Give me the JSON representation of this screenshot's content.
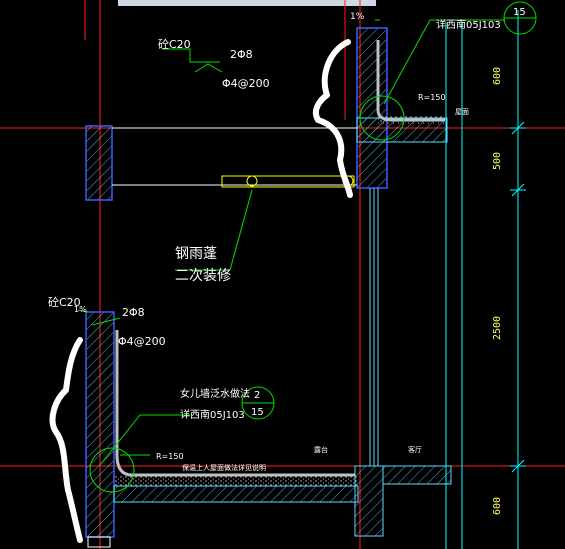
{
  "colors": {
    "background": "#000000",
    "grid_red": "#ff2020",
    "structure_cyan": "#5fd7ff",
    "wall_blue": "#3a5cff",
    "leader_green": "#00e000",
    "text_white": "#ffffff",
    "text_yellow": "#ffff66",
    "canopy_yellow": "#ffff00",
    "dim_cyan": "#00ffff",
    "mark_white": "#ffffff",
    "titlebar": "#cfd6e4"
  },
  "labels": {
    "top_concrete": "砼C20",
    "top_rebar": "2Φ8",
    "top_stirrup": "Φ4@200",
    "top_slope": "1%",
    "top_detail_ref": "详西南05J103",
    "top_detail_num": "15",
    "top_radius": "R=150",
    "top_room": "屋面",
    "canopy_line1": "钢雨蓬",
    "canopy_line2": "二次装修",
    "bottom_concrete": "砼C20",
    "bottom_slope": "1%",
    "bottom_rebar": "2Φ8",
    "bottom_stirrup": "Φ4@200",
    "parapet_note": "女儿墙泛水做法",
    "bottom_detail_ref": "详西南05J103",
    "bottom_detail_num_top": "2",
    "bottom_detail_num_bottom": "15",
    "bottom_radius": "R=150",
    "roof_note": "保温上人屋面做法详见说明",
    "room_left": "露台",
    "room_right": "客厅"
  },
  "dimensions": {
    "d1": "600",
    "d2": "500",
    "d3": "2500",
    "d4": "600"
  }
}
